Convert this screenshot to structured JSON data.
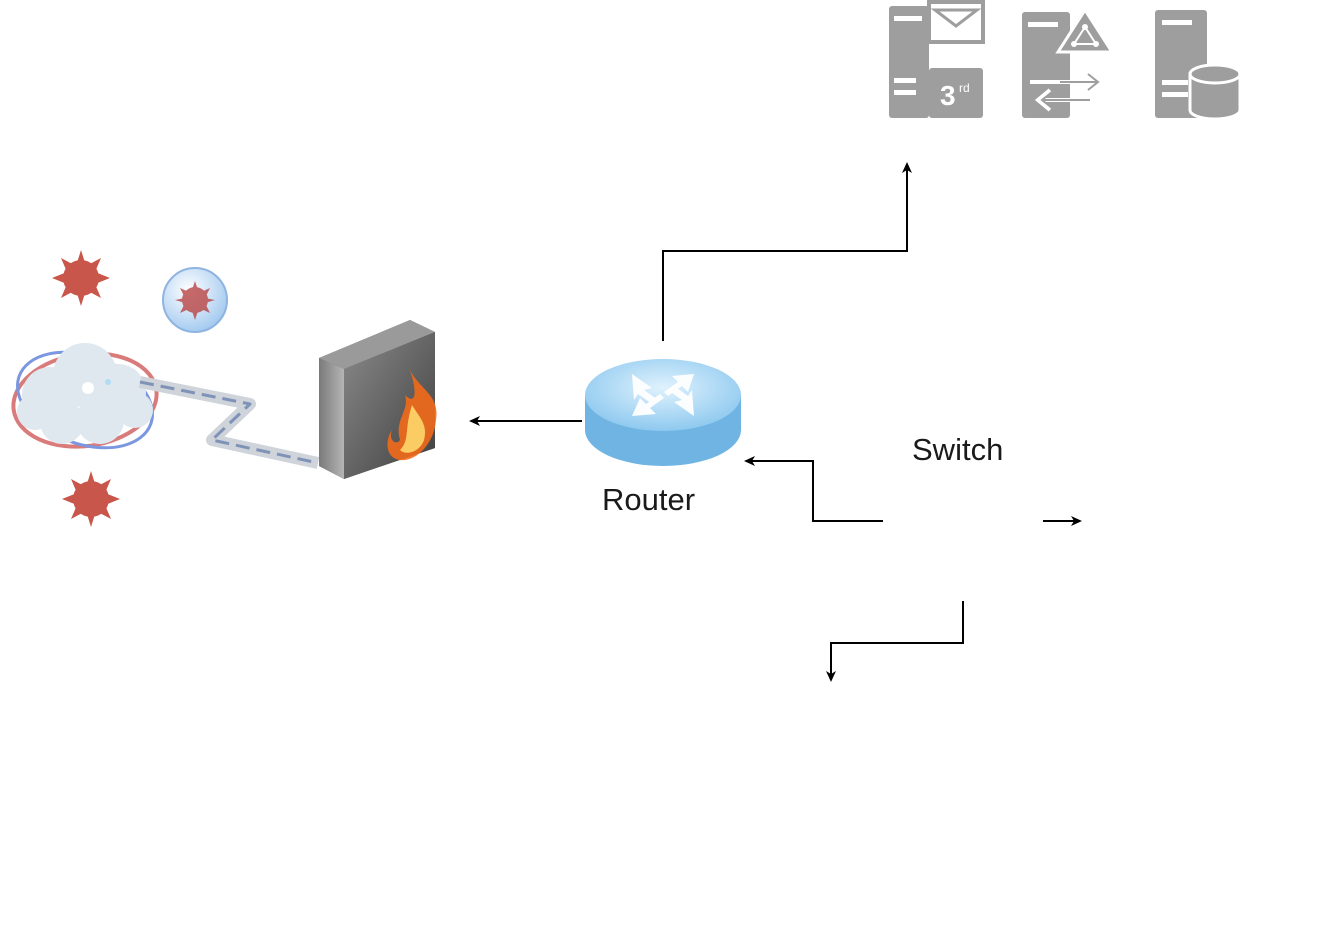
{
  "labels": {
    "router": "Router",
    "switch": "Switch"
  },
  "servers": {
    "mail_server_badge": "3",
    "mail_server_badge_suffix": "rd"
  },
  "colors": {
    "line": "#000000",
    "server_gray": "#9e9e9e",
    "virus_red": "#c0392b",
    "router_blue": "#8ec9ef",
    "dashed_link": "#7f93b8",
    "fire_orange": "#f26a1b"
  },
  "icons": [
    "virus-icon",
    "protected-virus-icon",
    "internet-cloud-icon",
    "firewall-icon",
    "router-icon",
    "switch-icon",
    "wireless-router-icon",
    "smartphone-icon",
    "laptop-icon",
    "printer-icon",
    "desktop-pc-icon",
    "ethernet-bus-icon",
    "third-party-mail-server-icon",
    "proxy-server-icon",
    "database-server-icon"
  ]
}
